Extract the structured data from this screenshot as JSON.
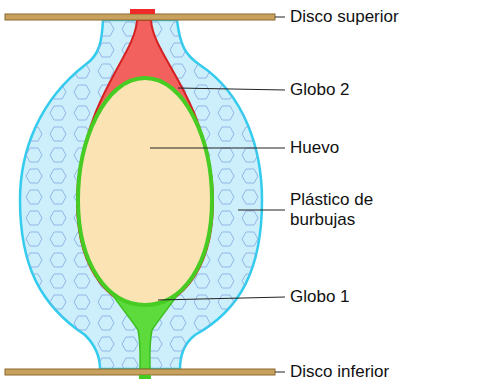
{
  "diagram": {
    "labels": [
      "Disco superior",
      "Globo 2",
      "Huevo",
      "Plástico de burbujas",
      "Globo 1",
      "Disco inferior"
    ]
  }
}
